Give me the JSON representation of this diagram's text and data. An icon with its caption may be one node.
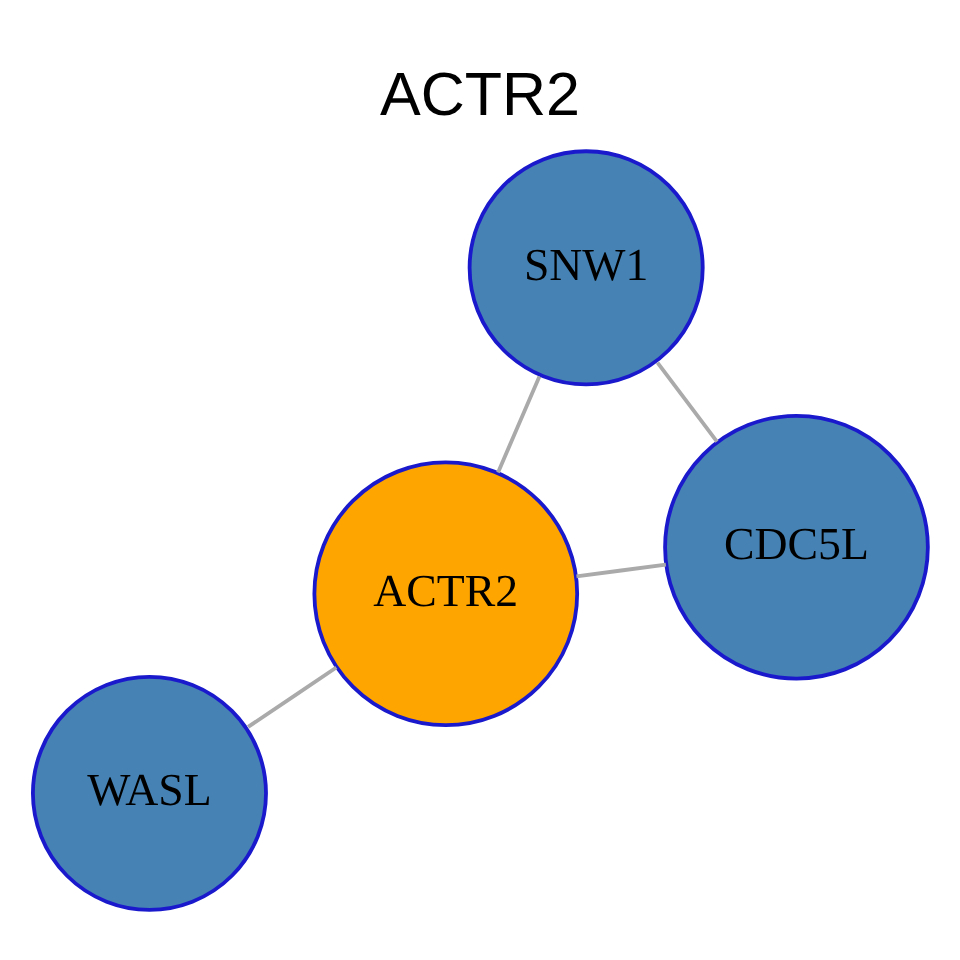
{
  "diagram": {
    "title": "ACTR2",
    "nodes": [
      {
        "text": [
          "WASL"
        ]
      },
      {
        "text": [
          "CDC5L"
        ]
      },
      {
        "text": [
          "ACTR2"
        ]
      },
      {
        "text": [
          "SNW1"
        ]
      }
    ],
    "edges": [
      {
        "from": 1,
        "to": 2,
        "arrow": "none"
      },
      {
        "from": 0,
        "to": 2,
        "arrow": "none"
      },
      {
        "from": 2,
        "to": 3,
        "arrow": "none"
      },
      {
        "from": 1,
        "to": 3,
        "arrow": "none"
      }
    ]
  }
}
